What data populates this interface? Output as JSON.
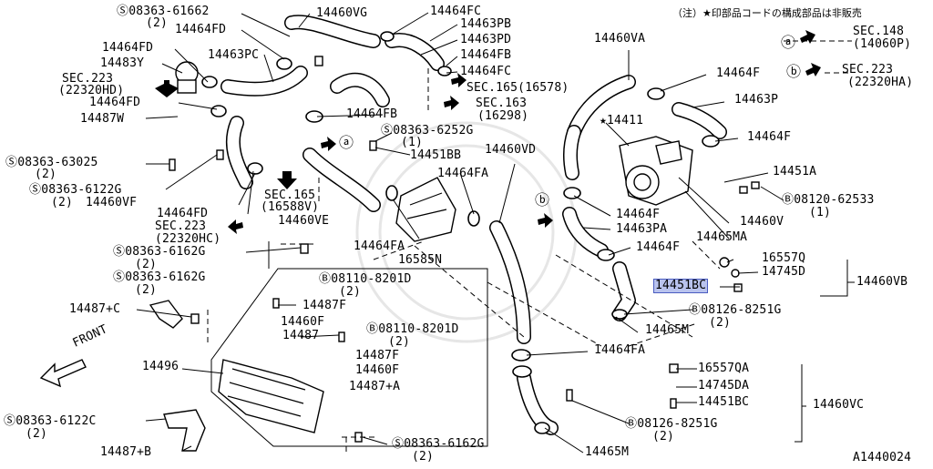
{
  "note": "（注）★印部品コードの構成部品は非販売",
  "diagram_id": "A1440024",
  "front_label": "FRONT",
  "callouts": [
    {
      "id": "c1",
      "text": "Ⓢ08363-61662"
    },
    {
      "id": "c1q",
      "text": "(2)"
    },
    {
      "id": "c2",
      "text": "14464FD"
    },
    {
      "id": "c3",
      "text": "14460VG"
    },
    {
      "id": "c4",
      "text": "14464FC"
    },
    {
      "id": "c5",
      "text": "14463PB"
    },
    {
      "id": "c6",
      "text": "14463PD"
    },
    {
      "id": "c7",
      "text": "14464FD"
    },
    {
      "id": "c8",
      "text": "14463PC"
    },
    {
      "id": "c9",
      "text": "14464FB"
    },
    {
      "id": "c10",
      "text": "14483Y"
    },
    {
      "id": "c11",
      "text": "14464FC"
    },
    {
      "id": "c12",
      "text": "SEC.223"
    },
    {
      "id": "c13",
      "text": "(22320HD)"
    },
    {
      "id": "c14",
      "text": "SEC.165(16578)"
    },
    {
      "id": "c15",
      "text": "14464FD"
    },
    {
      "id": "c16",
      "text": "SEC.163"
    },
    {
      "id": "c17",
      "text": "14487W"
    },
    {
      "id": "c18",
      "text": "14464FB"
    },
    {
      "id": "c19",
      "text": "(16298)"
    },
    {
      "id": "c20",
      "text": "Ⓢ08363-6252G"
    },
    {
      "id": "c20q",
      "text": "(1)"
    },
    {
      "id": "c21",
      "text": "14451BB"
    },
    {
      "id": "c22",
      "text": "Ⓢ08363-63025"
    },
    {
      "id": "c22q",
      "text": "(2)"
    },
    {
      "id": "c23",
      "text": "Ⓢ08363-6122G"
    },
    {
      "id": "c23q",
      "text": "(2)"
    },
    {
      "id": "c24",
      "text": "14460VF"
    },
    {
      "id": "c25",
      "text": "SEC.165"
    },
    {
      "id": "c26",
      "text": "(16588V)"
    },
    {
      "id": "c27",
      "text": "14464FD"
    },
    {
      "id": "c28",
      "text": "14460VE"
    },
    {
      "id": "c29",
      "text": "SEC.223"
    },
    {
      "id": "c30",
      "text": "(22320HC)"
    },
    {
      "id": "c31",
      "text": "14464FA"
    },
    {
      "id": "c32",
      "text": "14464FA"
    },
    {
      "id": "c33",
      "text": "16585N"
    },
    {
      "id": "c34",
      "text": "14460VD"
    },
    {
      "id": "c35",
      "text": "Ⓢ08363-6162G"
    },
    {
      "id": "c35q",
      "text": "(2)"
    },
    {
      "id": "c36",
      "text": "Ⓢ08363-6162G"
    },
    {
      "id": "c36q",
      "text": "(2)"
    },
    {
      "id": "c37",
      "text": "Ⓑ08110-8201D"
    },
    {
      "id": "c37q",
      "text": "(2)"
    },
    {
      "id": "c38",
      "text": "14487+C"
    },
    {
      "id": "c39",
      "text": "14487F"
    },
    {
      "id": "c40",
      "text": "14460F"
    },
    {
      "id": "c41",
      "text": "Ⓑ08110-8201D"
    },
    {
      "id": "c41q",
      "text": "(2)"
    },
    {
      "id": "c42",
      "text": "14487"
    },
    {
      "id": "c43",
      "text": "14496"
    },
    {
      "id": "c44",
      "text": "14487F"
    },
    {
      "id": "c45",
      "text": "14460F"
    },
    {
      "id": "c46",
      "text": "14487+A"
    },
    {
      "id": "c47",
      "text": "Ⓢ08363-6122C"
    },
    {
      "id": "c47q",
      "text": "(2)"
    },
    {
      "id": "c48",
      "text": "14487+B"
    },
    {
      "id": "c49",
      "text": "Ⓢ08363-6162G"
    },
    {
      "id": "c49q",
      "text": "(2)"
    },
    {
      "id": "c50",
      "text": "14460VA"
    },
    {
      "id": "c51",
      "text": "14464F"
    },
    {
      "id": "c52",
      "text": "14463P"
    },
    {
      "id": "c53",
      "text": "★14411"
    },
    {
      "id": "c54",
      "text": "14464F"
    },
    {
      "id": "c55",
      "text": "14451A"
    },
    {
      "id": "c56",
      "text": "Ⓑ08120-62533"
    },
    {
      "id": "c56q",
      "text": "(1)"
    },
    {
      "id": "c57",
      "text": "14464F"
    },
    {
      "id": "c58",
      "text": "14460V"
    },
    {
      "id": "c59",
      "text": "14463PA"
    },
    {
      "id": "c60",
      "text": "14465MA"
    },
    {
      "id": "c61",
      "text": "14464F"
    },
    {
      "id": "c62",
      "text": "16557Q"
    },
    {
      "id": "c63",
      "text": "14745D"
    },
    {
      "id": "c64",
      "text": "14451BC"
    },
    {
      "id": "c65",
      "text": "14460VB"
    },
    {
      "id": "c66",
      "text": "Ⓑ08126-8251G"
    },
    {
      "id": "c66q",
      "text": "(2)"
    },
    {
      "id": "c67",
      "text": "14465M"
    },
    {
      "id": "c68",
      "text": "14464FA"
    },
    {
      "id": "c69",
      "text": "16557QA"
    },
    {
      "id": "c70",
      "text": "14745DA"
    },
    {
      "id": "c71",
      "text": "14451BC"
    },
    {
      "id": "c72",
      "text": "14460VC"
    },
    {
      "id": "c73",
      "text": "Ⓑ08126-8251G"
    },
    {
      "id": "c73q",
      "text": "(2)"
    },
    {
      "id": "c74",
      "text": "14465M"
    },
    {
      "id": "c75",
      "text": "SEC.148"
    },
    {
      "id": "c76",
      "text": "(14060P)"
    },
    {
      "id": "c77",
      "text": "SEC.223"
    },
    {
      "id": "c78",
      "text": "(22320HA)"
    },
    {
      "id": "c79",
      "text": "ⓐ"
    },
    {
      "id": "c80",
      "text": "ⓑ"
    },
    {
      "id": "c81",
      "text": "ⓐ"
    },
    {
      "id": "c82",
      "text": "ⓑ"
    }
  ]
}
